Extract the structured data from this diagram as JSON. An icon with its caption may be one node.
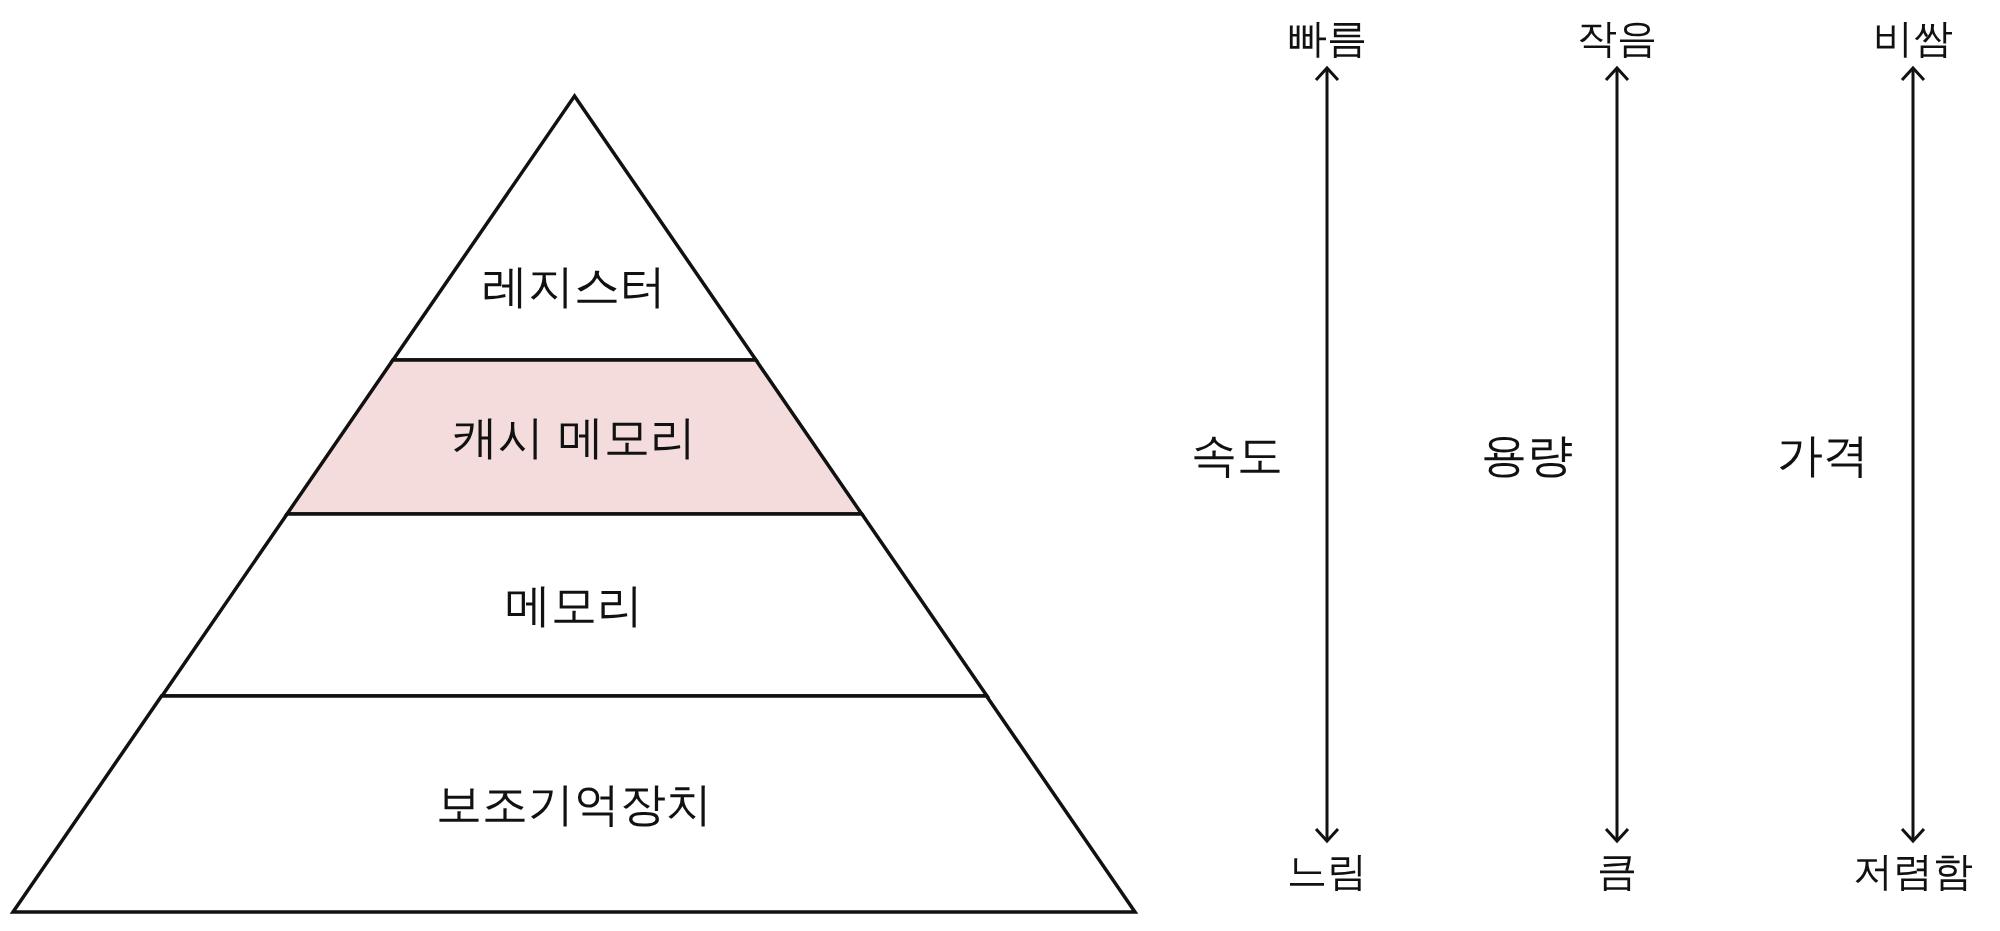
{
  "diagram": {
    "nodes": [
      {
        "text": [
          "레지스터"
        ]
      },
      {
        "text": [
          "캐시 메모리"
        ]
      },
      {
        "text": [
          "메모리"
        ]
      },
      {
        "text": [
          "보조기억장치"
        ]
      },
      {
        "text": [
          "빠름"
        ]
      },
      {
        "text": [
          "느림"
        ]
      },
      {
        "text": [
          "작음"
        ]
      },
      {
        "text": [
          "큼"
        ]
      },
      {
        "text": [
          "비쌈"
        ]
      },
      {
        "text": [
          "저렴함"
        ]
      }
    ],
    "edges": [
      {
        "from": 4,
        "to": 5,
        "arrow": "both",
        "label": "속도"
      },
      {
        "from": 6,
        "to": 7,
        "arrow": "both",
        "label": "용량"
      },
      {
        "from": 8,
        "to": 9,
        "arrow": "both",
        "label": "가격"
      }
    ]
  }
}
